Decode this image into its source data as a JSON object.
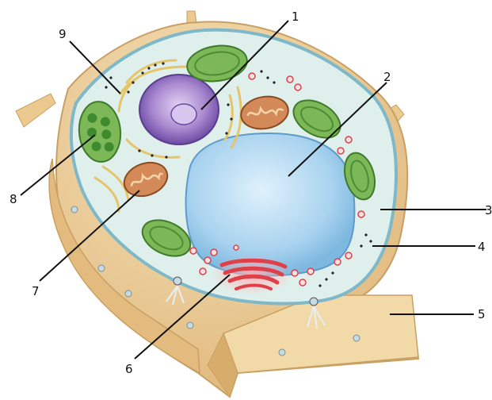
{
  "diagram": {
    "labels": [
      {
        "id": "1",
        "text": "1"
      },
      {
        "id": "2",
        "text": "2"
      },
      {
        "id": "3",
        "text": "3"
      },
      {
        "id": "4",
        "text": "4"
      },
      {
        "id": "5",
        "text": "5"
      },
      {
        "id": "6",
        "text": "6"
      },
      {
        "id": "7",
        "text": "7"
      },
      {
        "id": "8",
        "text": "8"
      },
      {
        "id": "9",
        "text": "9"
      }
    ],
    "colors": {
      "cell_wall": "#ebc98f",
      "cell_wall_shade": "#d9ac6b",
      "cytoplasm": "#dff0ec",
      "membrane": "#7fb8c9",
      "vacuole": "#a9d3ef",
      "nucleus": "#a98ad0",
      "chloroplast": "#6fa84a",
      "mitochondrion": "#c97a4a",
      "golgi": "#e0404a",
      "er": "#e6c56a"
    }
  }
}
